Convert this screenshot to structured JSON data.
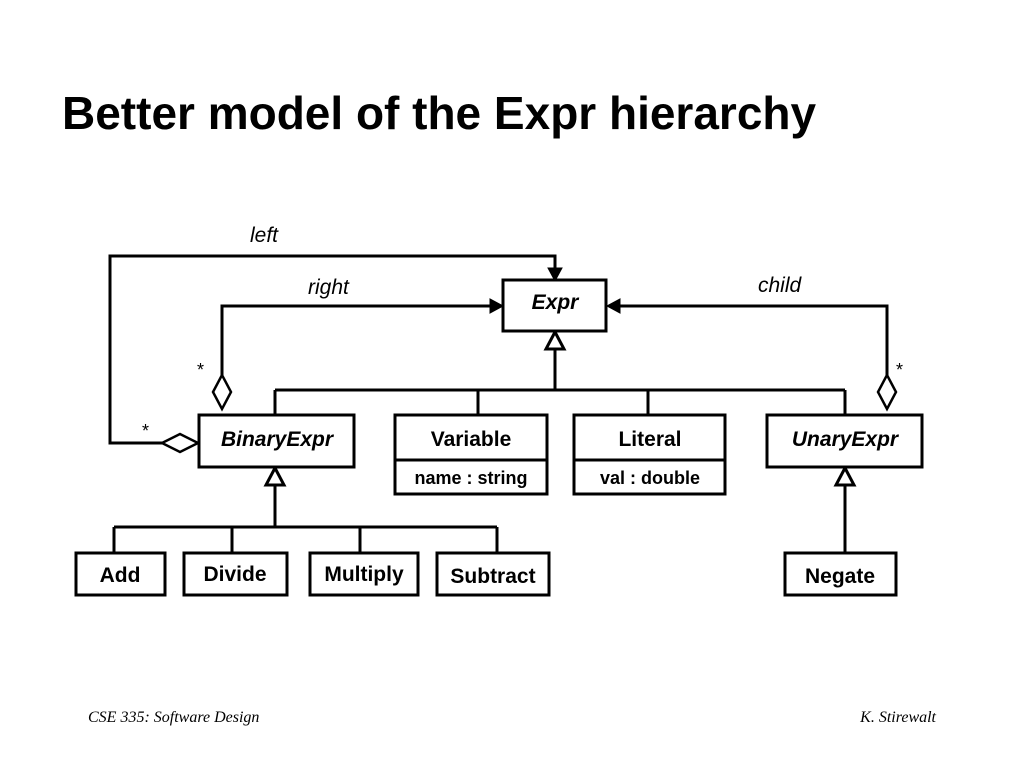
{
  "title": "Better model of the Expr hierarchy",
  "footer": {
    "left": "CSE 335: Software Design",
    "right": "K. Stirewalt"
  },
  "classes": {
    "expr": "Expr",
    "binary_expr": "BinaryExpr",
    "variable": "Variable",
    "variable_attr": "name : string",
    "literal": "Literal",
    "literal_attr": "val : double",
    "unary_expr": "UnaryExpr",
    "add": "Add",
    "divide": "Divide",
    "multiply": "Multiply",
    "subtract": "Subtract",
    "negate": "Negate"
  },
  "associations": {
    "left_role": "left",
    "right_role": "right",
    "child_role": "child",
    "left_multiplicity": "*",
    "right_multiplicity": "*",
    "child_multiplicity": "*"
  },
  "abstract_classes": [
    "Expr",
    "BinaryExpr",
    "UnaryExpr"
  ]
}
